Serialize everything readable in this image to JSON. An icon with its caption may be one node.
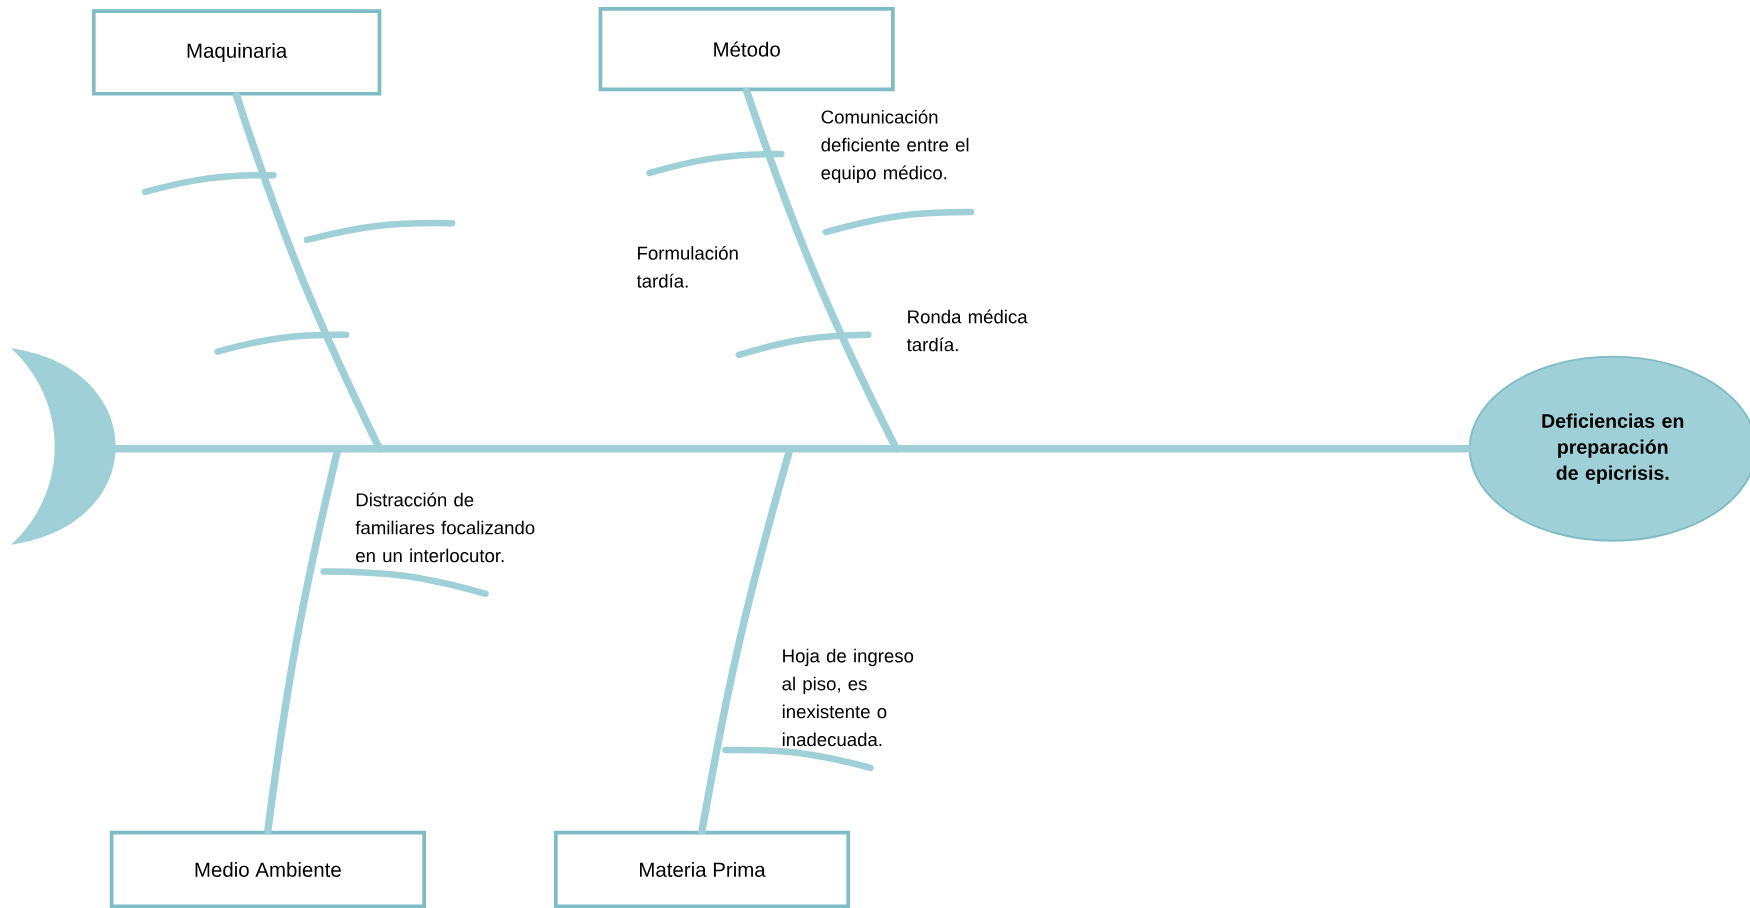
{
  "diagram": {
    "nodes": [
      {
        "text": [
          "Maquinaria"
        ]
      },
      {
        "text": [
          "Método"
        ]
      },
      {
        "text": [
          "Medio Ambiente"
        ]
      },
      {
        "text": [
          "Materia Prima"
        ]
      },
      {
        "text": [
          "Deficiencias en preparación de epicrisis."
        ]
      },
      {
        "text": [],
        "shape": "crescent"
      }
    ],
    "edges": [
      {
        "from": 5,
        "to": 4,
        "arrow": "none"
      },
      {
        "from": 0,
        "to": null,
        "arrow": "none"
      },
      {
        "from": 1,
        "to": null,
        "arrow": "none"
      },
      {
        "from": 2,
        "to": null,
        "arrow": "none"
      },
      {
        "from": 3,
        "to": null,
        "arrow": "none"
      }
    ],
    "labels": [
      "Comunicación deficiente entre el equipo médico.",
      "Formulación tardía.",
      "Ronda médica tardía.",
      "Distracción de familiares focalizando en un interlocutor.",
      "Hoja de ingreso al piso, es inexistente o inadecuada."
    ]
  }
}
